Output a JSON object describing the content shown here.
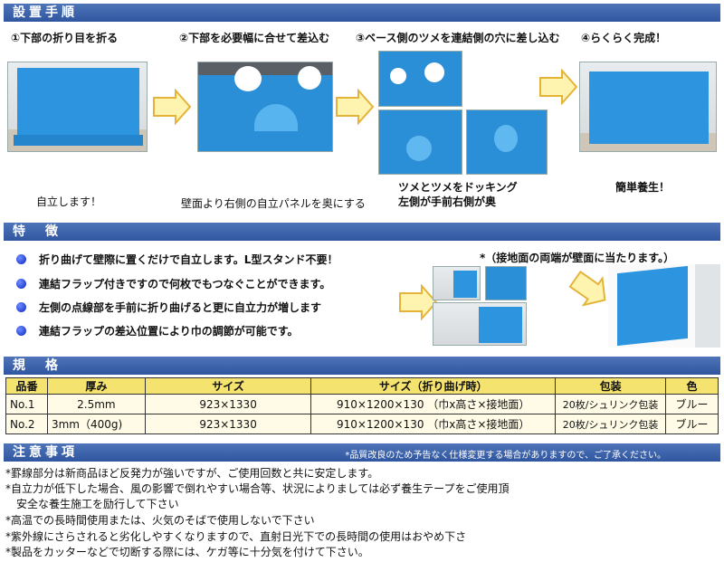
{
  "sections": {
    "install": "設置手順",
    "features": "特　徴",
    "spec": "規　格",
    "caution": "注意事項",
    "caution_note": "*品質改良のため予告なく仕様変更する場合がありますので、ご了承ください。"
  },
  "steps": [
    {
      "title": "①下部の折り目を折る",
      "caption": "自立します！"
    },
    {
      "title": "②下部を必要幅に合せて差込む",
      "caption": "壁面より右側の自立パネルを奥にする"
    },
    {
      "title": "③ベース側のツメを連結側の穴に差し込む",
      "caption": "ツメとツメをドッキング",
      "caption2": "左側が手前右側が奥"
    },
    {
      "title": "④らくらく完成！",
      "caption": "簡単養生！"
    }
  ],
  "features": [
    "折り曲げて壁際に置くだけで自立します。L型スタンド不要！",
    "連結フラップ付きですので何枚でもつなぐことができます。",
    "左側の点線部を手前に折り曲げると更に自立力が増します",
    "連結フラップの差込位置により巾の調節が可能です。"
  ],
  "feature_aside": "*（接地面の両端が壁面に当たります。）",
  "table": {
    "headers": [
      "品番",
      "厚み",
      "サイズ",
      "サイズ（折り曲げ時）",
      "包装",
      "色"
    ],
    "rows": [
      [
        "No.1",
        "2.5mm",
        "923×1330",
        "910×1200×130 （巾x高さ×接地面）",
        "20枚/シュリンク包装",
        "ブルー"
      ],
      [
        "No.2",
        "3mm（400g)",
        "923×1330",
        "910×1200×130 （巾x高さ×接地面）",
        "20枚/シュリンク包装",
        "ブルー"
      ]
    ]
  },
  "cautions": [
    "*罫線部分は新商品ほど反発力が強いですが、ご使用回数と共に安定します。",
    "*自立力が低下した場合、風の影響で倒れやすい場合等、状況によりましては必ず養生テープをご使用頂",
    "　安全な養生施工を励行して下さい",
    "*高温での長時間使用または、火気のそばで使用しないで下さい",
    "*紫外線にさらされると劣化しやすくなりますので、直射日光下での長時間の使用はおやめ下さ",
    "*製品をカッターなどで切断する際には、ケガ等に十分気を付けて下さい。"
  ],
  "colors": {
    "bar": "#3a60a8",
    "panel": "#2d95e0",
    "header": "#f5e36f",
    "cell": "#fffbe6",
    "arrow": "#fff3b0"
  }
}
